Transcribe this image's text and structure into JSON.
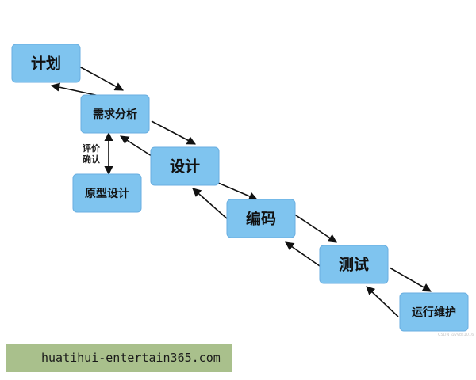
{
  "diagram": {
    "nodes": [
      {
        "id": "plan",
        "label": "计划"
      },
      {
        "id": "requirements",
        "label": "需求分析"
      },
      {
        "id": "prototype",
        "label": "原型设计"
      },
      {
        "id": "design",
        "label": "设计"
      },
      {
        "id": "coding",
        "label": "编码"
      },
      {
        "id": "testing",
        "label": "测试"
      },
      {
        "id": "maintenance",
        "label": "运行维护"
      }
    ],
    "edges": [
      {
        "from": "plan",
        "to": "requirements"
      },
      {
        "from": "requirements",
        "to": "plan"
      },
      {
        "from": "requirements",
        "to": "design"
      },
      {
        "from": "design",
        "to": "requirements"
      },
      {
        "from": "requirements",
        "to": "prototype",
        "bidirectional": true,
        "label": [
          "评价",
          "确认"
        ]
      },
      {
        "from": "design",
        "to": "coding"
      },
      {
        "from": "coding",
        "to": "design"
      },
      {
        "from": "coding",
        "to": "testing"
      },
      {
        "from": "testing",
        "to": "coding"
      },
      {
        "from": "testing",
        "to": "maintenance"
      },
      {
        "from": "maintenance",
        "to": "testing"
      }
    ],
    "colors": {
      "node_fill": "#7fc4ef",
      "arrow": "#111111"
    }
  },
  "footer": {
    "banner_text": "huatihui-entertain365.com",
    "watermark_text": "CSDN @yyds1016"
  }
}
